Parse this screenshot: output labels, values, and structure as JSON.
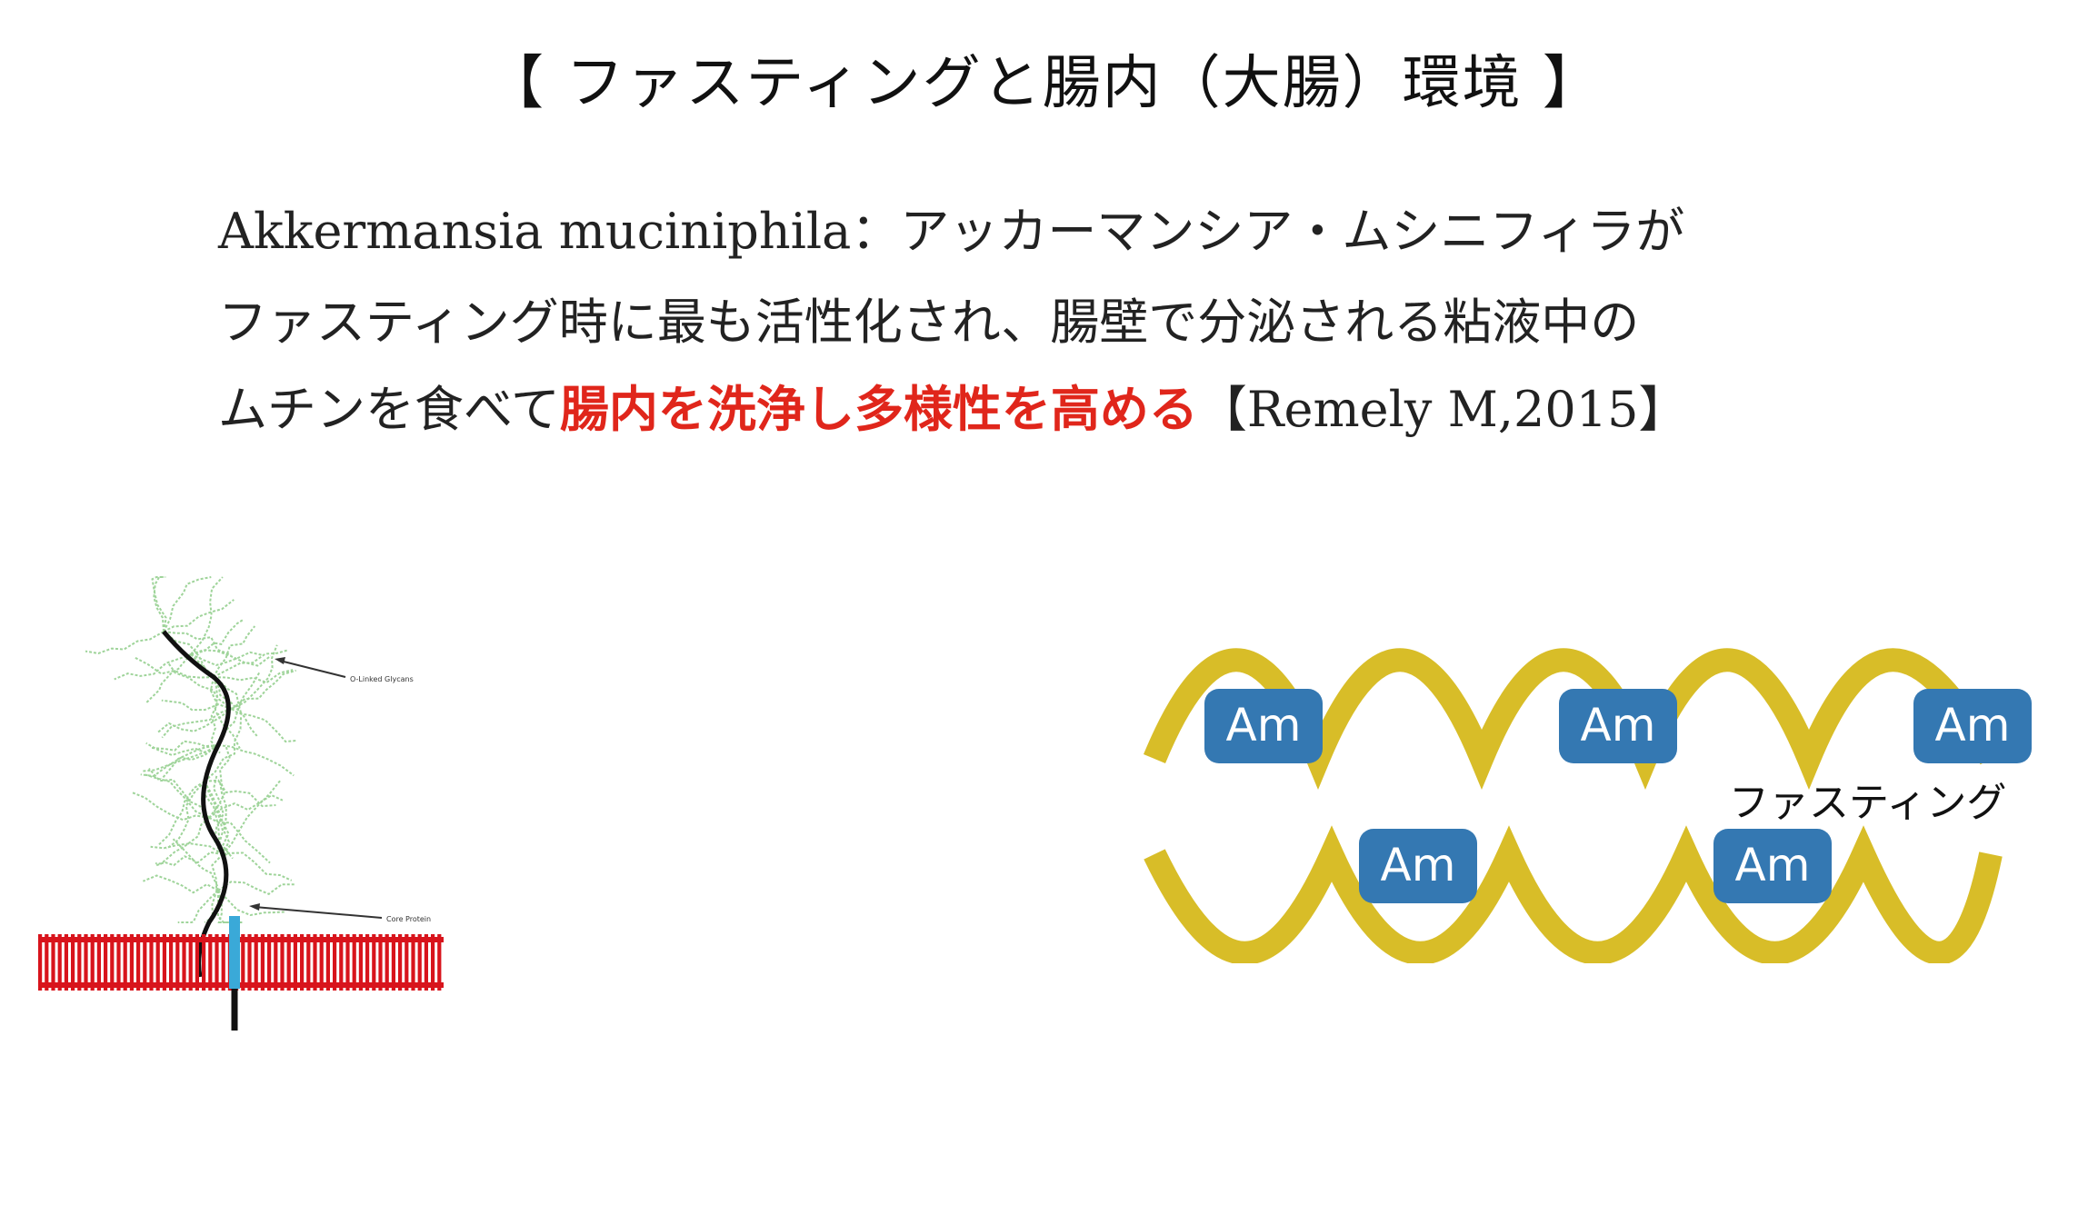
{
  "title": "【 ファスティングと腸内（大腸）環境 】",
  "paragraph": {
    "line1": "Akkermansia muciniphila：アッカーマンシア・ムシニフィラが",
    "line2": "ファスティング時に最も活性化され、腸壁で分泌される粘液中の",
    "line3_pre": "ムチンを食べて",
    "line3_highlight": "腸内を洗浄し多様性を高める",
    "line3_post": "【Remely M,2015】"
  },
  "mucin_figure": {
    "glycan_label": "O-Linked Glycans",
    "protein_label": "Core Protein"
  },
  "bacteria_label": "Am",
  "fasting_label": "ファスティング",
  "colors": {
    "highlight": "#e0261b",
    "wave": "#d8bd28",
    "bacteria": "#3478b2",
    "membrane": "#d8141c",
    "glycan": "#9fd49a",
    "core_protein": "#3aa9d8"
  }
}
